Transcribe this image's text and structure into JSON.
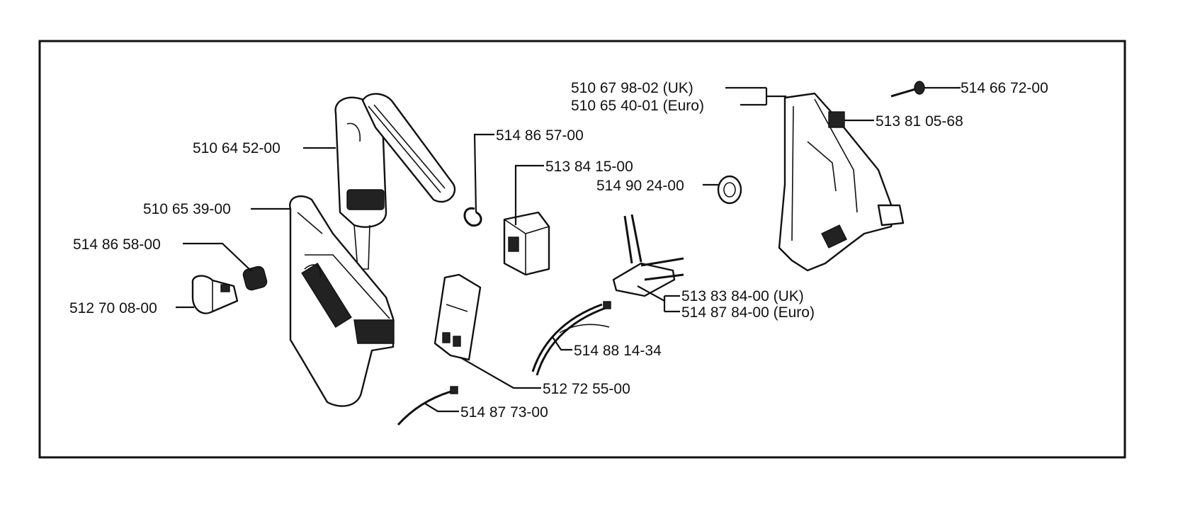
{
  "labels": {
    "l_510679802": "510 67 98-02 (UK)",
    "l_510654001": "510 65 40-01 (Euro)",
    "l_514667200": "514 66 72-00",
    "l_513810568": "513 81 05-68",
    "l_510645200": "510 64 52-00",
    "l_514865700": "514 86 57-00",
    "l_513841500": "513 84 15-00",
    "l_514902400": "514 90 24-00",
    "l_510653900": "510 65 39-00",
    "l_514865800": "514 86 58-00",
    "l_512700800": "512 70 08-00",
    "l_513838400": "513 83 84-00 (UK)",
    "l_514878400": "514 87 84-00 (Euro)",
    "l_514881434": "514 88 14-34",
    "l_512725500": "512 72 55-00",
    "l_514877300": "514 87 73-00"
  }
}
